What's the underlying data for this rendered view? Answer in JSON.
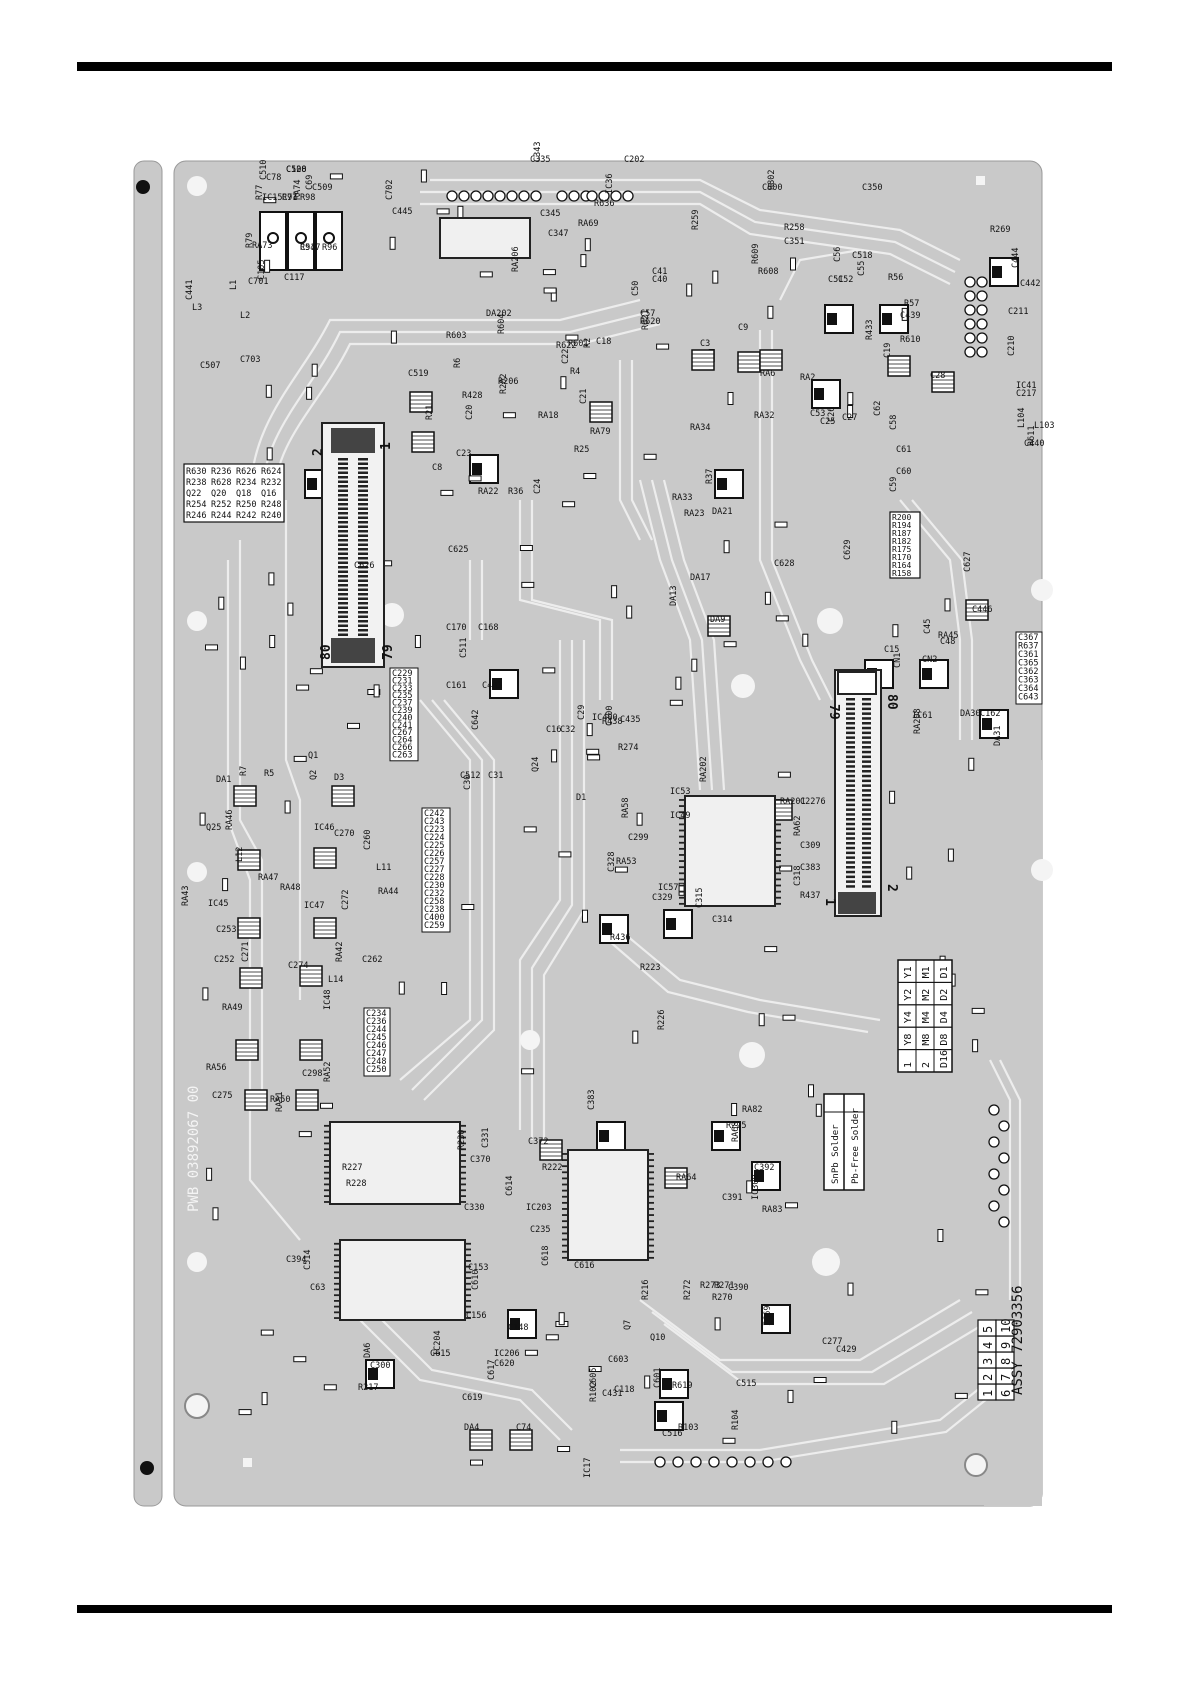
{
  "colors": {
    "board": "#c9c9c9",
    "trace": "#ededed",
    "copper_dark": "#1a1a1a",
    "rule": "#000000"
  },
  "board": {
    "pwb_label": "PWB 03892067 00",
    "assy_label": "ASSY 72903356",
    "solder_legend": [
      "SnPb Solder",
      "Pb-Free Solder"
    ],
    "revision_grid": [
      "1",
      "2",
      "3",
      "4",
      "5",
      "6",
      "7",
      "8",
      "9",
      "10"
    ],
    "option_table": [
      [
        "1",
        "Y8",
        "Y4",
        "Y2",
        "Y1"
      ],
      [
        "2",
        "M8",
        "M4",
        "M2",
        "M1"
      ],
      [
        "D16",
        "D8",
        "D4",
        "D2",
        "D1"
      ]
    ],
    "connector_pins": {
      "cn1_top_left": "2",
      "cn1_top_right": "1",
      "cn1_bottom_left": "80",
      "cn1_bottom_right": "79",
      "cn2_top_left": "79",
      "cn2_top_right": "80",
      "cn2_bottom_left": "1",
      "cn2_bottom_right": "2"
    },
    "resistor_block_1": [
      "R630",
      "R236",
      "R626",
      "R624",
      "R238",
      "R628",
      "R234",
      "R232",
      "Q22",
      "Q20",
      "Q18",
      "Q16",
      "R254",
      "R252",
      "R250",
      "R248",
      "R246",
      "R244",
      "R242",
      "R240"
    ],
    "resistor_block_2": [
      "R200",
      "R194",
      "R187",
      "R182",
      "R175",
      "R170",
      "R164",
      "R158"
    ],
    "cap_column_1": [
      "C229",
      "C231",
      "C233",
      "C235",
      "C237",
      "C239",
      "C240",
      "C241",
      "C267",
      "C264",
      "C266",
      "C263"
    ],
    "cap_column_2": [
      "C242",
      "C243",
      "C223",
      "C224",
      "C225",
      "C226",
      "C257",
      "C227",
      "C228",
      "C230",
      "C232",
      "C258",
      "C238",
      "C400",
      "C259"
    ],
    "cap_column_3": [
      "C234",
      "C236",
      "C244",
      "C245",
      "C246",
      "C247",
      "C248",
      "C250"
    ],
    "cap_column_4": [
      "C367",
      "R637",
      "C361",
      "C365",
      "C362",
      "C363",
      "C364",
      "C643"
    ],
    "components": [
      "C510",
      "C508",
      "C509",
      "R77",
      "R97",
      "R98",
      "R79",
      "R94",
      "R96",
      "C105",
      "C117",
      "C701",
      "L1",
      "L2",
      "L3",
      "C441",
      "C507",
      "C703",
      "C702",
      "C445",
      "C335",
      "C343",
      "C345",
      "C347",
      "RA206",
      "RA69",
      "R636",
      "IC36",
      "C202",
      "C800",
      "R802",
      "R258",
      "C351",
      "R259",
      "C350",
      "R269",
      "C444",
      "C442",
      "C211",
      "C210",
      "IC41",
      "C217",
      "L104",
      "L103",
      "C440",
      "R611",
      "C439",
      "R610",
      "R609",
      "R608",
      "C518",
      "C56",
      "C51",
      "C52",
      "C55",
      "R56",
      "R57",
      "R433",
      "C41",
      "C40",
      "C50",
      "C57",
      "R620",
      "R621",
      "DA202",
      "R603",
      "R604",
      "R622",
      "R601",
      "C22",
      "R4",
      "C18",
      "R2",
      "C3",
      "C9",
      "R6",
      "C519",
      "R206",
      "R202",
      "RA18",
      "R428",
      "C21",
      "RA79",
      "R25",
      "R21",
      "C8",
      "C23",
      "C20",
      "RA22",
      "R36",
      "C24",
      "RA6",
      "RA2",
      "C19",
      "C28",
      "C27",
      "C26",
      "C25",
      "C53",
      "C62",
      "RA32",
      "RA34",
      "C58",
      "C61",
      "C60",
      "C59",
      "RA33",
      "RA23",
      "R37",
      "DA21",
      "DA17",
      "DA13",
      "DA9",
      "C628",
      "C629",
      "C625",
      "C626",
      "C627",
      "C446",
      "RA45",
      "C45",
      "C48",
      "C15",
      "CN1",
      "CN2",
      "IC61",
      "RA208",
      "DA30",
      "C162",
      "DA31",
      "C170",
      "C168",
      "C511",
      "C161",
      "C443",
      "C642",
      "C512",
      "C31",
      "C30",
      "C16",
      "C32",
      "C29",
      "IC400",
      "R438",
      "C700",
      "C435",
      "R274",
      "Q24",
      "D1",
      "DA1",
      "R7",
      "R5",
      "Q1",
      "Q2",
      "D3",
      "Q25",
      "RA46",
      "IC46",
      "C270",
      "L12",
      "RA47",
      "RA48",
      "C260",
      "L11",
      "RA44",
      "RA43",
      "IC45",
      "IC47",
      "C272",
      "C253",
      "C252",
      "C271",
      "C274",
      "L14",
      "RA42",
      "C262",
      "RA49",
      "IC48",
      "RA56",
      "C298",
      "RA52",
      "C275",
      "RA50",
      "RA51",
      "IC53",
      "IC49",
      "RA202",
      "C2276",
      "RA201",
      "RA58",
      "C299",
      "RA53",
      "C328",
      "C329",
      "IC57",
      "RA62",
      "C309",
      "C383",
      "C318",
      "R437",
      "R436",
      "C315",
      "C314",
      "R223",
      "R226",
      "R227",
      "R228",
      "R230",
      "C370",
      "C330",
      "C331",
      "C372",
      "R222",
      "C614",
      "IC203",
      "C235",
      "C618",
      "C616",
      "RA64",
      "C383",
      "RA82",
      "R225",
      "RA68",
      "C392",
      "C391",
      "IC300",
      "RA83",
      "C394",
      "C514",
      "C63",
      "C153",
      "C610",
      "C156",
      "C148",
      "DA6",
      "C300",
      "C615",
      "IC204",
      "IC206",
      "C620",
      "C617",
      "C619",
      "R217",
      "R216",
      "R273",
      "R271",
      "R272",
      "R270",
      "C390",
      "IC69",
      "C277",
      "C429",
      "Q7",
      "Q10",
      "C603",
      "C605",
      "C431",
      "C118",
      "C601",
      "R619",
      "C515",
      "R102",
      "C516",
      "R103",
      "R104",
      "DA4",
      "C74",
      "IC17",
      "C78",
      "C120",
      "C69",
      "IC15",
      "C71",
      "RA74",
      "RA73",
      "C517"
    ]
  }
}
